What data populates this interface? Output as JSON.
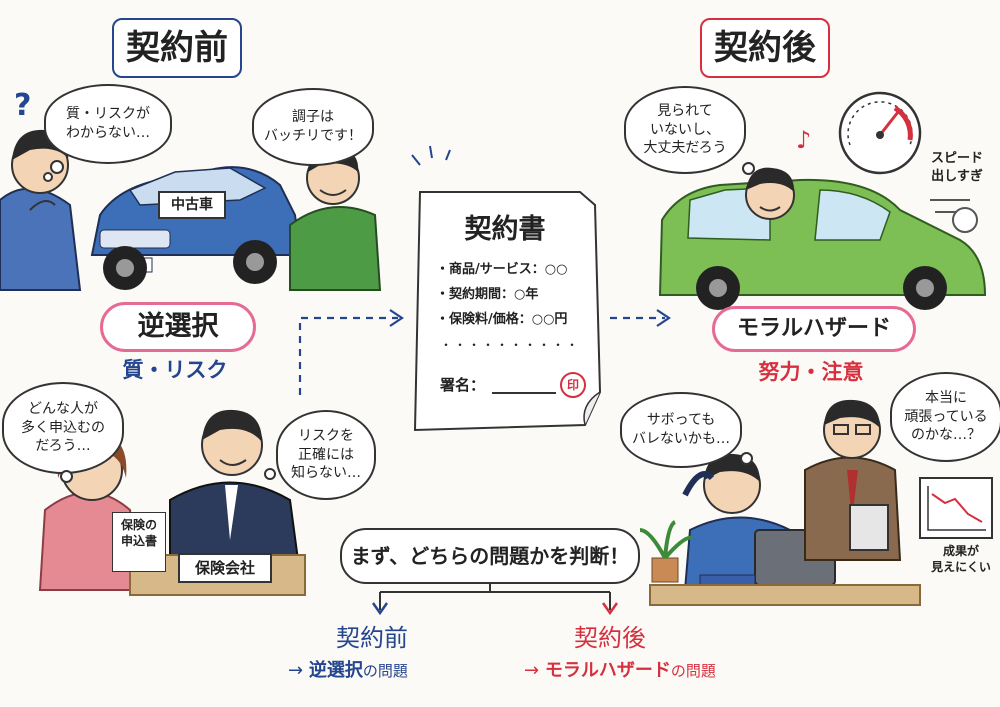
{
  "before": {
    "title": "契約前",
    "q_mark": "?",
    "buyer_thought": "質・リスクが\nわからない…",
    "seller_speech": "調子は\nバッチリです！",
    "car_sign": "中古車",
    "tag": "逆選択",
    "sub": "質・リスク",
    "applicant_thought": "どんな人が\n多く申込むの\nだろう…",
    "insurer_thought": "リスクを\n正確には\n知らない…",
    "application_doc": "保険の\n申込書",
    "insurer_desk": "保険会社"
  },
  "contract": {
    "title": "契約書",
    "items": [
      "・商品/サービス：○○",
      "・契約期間：○年",
      "・保険料/価格：○○円"
    ],
    "dots": "・・・・・・・・・・",
    "sign_label": "署名：",
    "seal": "印"
  },
  "after": {
    "title": "契約後",
    "driver_thought": "見られて\nいないし、\n大丈夫だろう",
    "note": "♪",
    "speed_label": "スピード\n出しすぎ",
    "tag": "モラルハザード",
    "sub": "努力・注意",
    "worker_thought": "サボっても\nバレないかも…",
    "boss_thought": "本当に\n頑張っている\nのかな…？",
    "chart_label": "成果が\n見えにくい"
  },
  "judge": {
    "pre": "まず、",
    "highlight": "どちらの問題か",
    "post": "を判断！"
  },
  "bottom": {
    "left_title": "契約前",
    "left_arrow": "→",
    "left_main": "逆選択",
    "left_suffix": "の問題",
    "right_title": "契約後",
    "right_arrow": "→",
    "right_main": "モラルハザード",
    "right_suffix": "の問題"
  },
  "colors": {
    "blue": "#24458f",
    "red": "#d6303f",
    "ink": "#333333"
  }
}
